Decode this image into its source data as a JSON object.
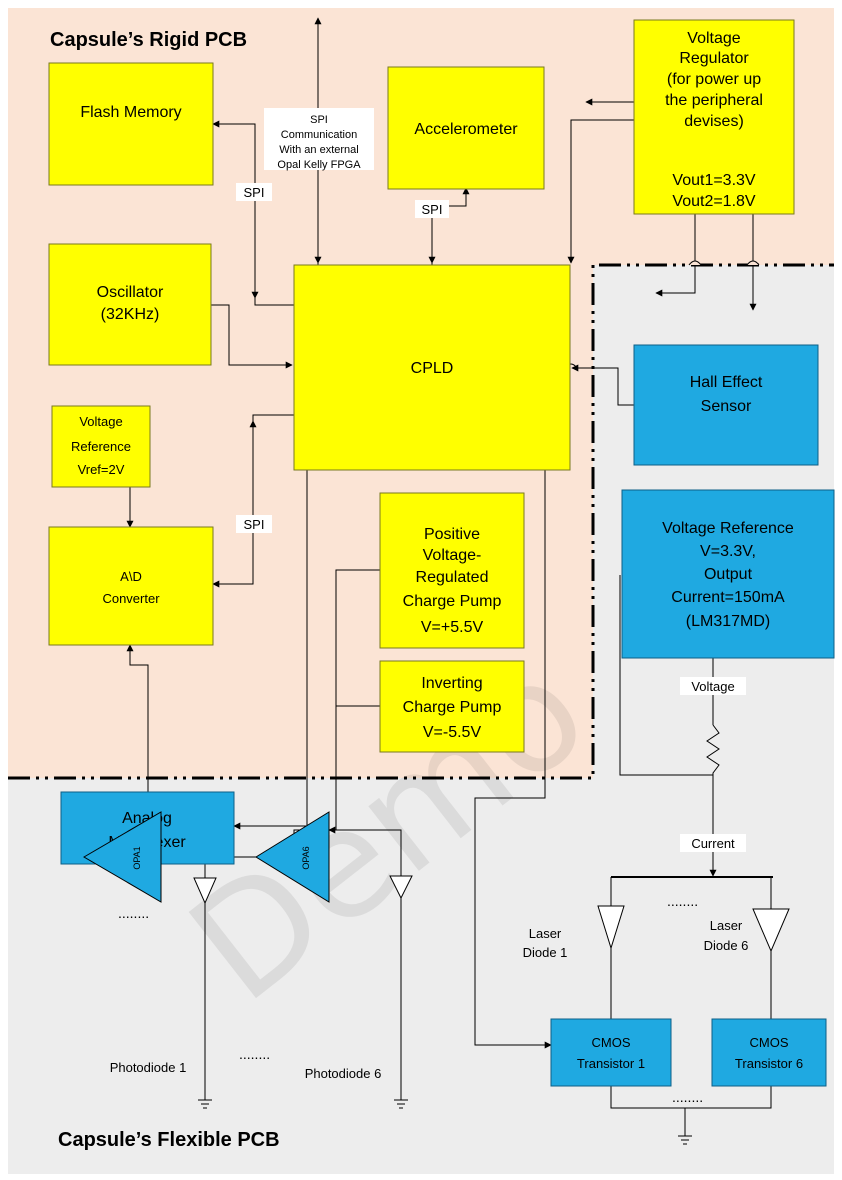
{
  "titles": {
    "rigid": "Capsule’s Rigid PCB",
    "flexible": "Capsule’s Flexible PCB"
  },
  "blocks": {
    "flash": "Flash Memory",
    "accelerometer": "Accelerometer",
    "vreg": [
      "Voltage",
      "Regulator",
      "(for power up",
      "the peripheral",
      "devises)",
      "",
      "Vout1=3.3V",
      "Vout2=1.8V"
    ],
    "oscillator": [
      "Oscillator",
      "(32KHz)"
    ],
    "cpld": "CPLD",
    "hall": [
      "Hall Effect",
      "Sensor"
    ],
    "vref_small": [
      "Voltage",
      "Reference",
      "Vref=2V"
    ],
    "adc": [
      "A\\D",
      "Converter"
    ],
    "pos_pump": [
      "Positive",
      "Voltage-",
      "Regulated",
      "Charge Pump",
      "V=+5.5V"
    ],
    "inv_pump": [
      "Inverting",
      "Charge Pump",
      "V=-5.5V"
    ],
    "vref_big": [
      "Voltage Reference",
      "V=3.3V,",
      "Output",
      "Current=150mA",
      "(LM317MD)"
    ],
    "mux": [
      "Analog",
      "Multiplexer"
    ],
    "cmos1": [
      "CMOS",
      "Transistor 1"
    ],
    "cmos6": [
      "CMOS",
      "Transistor 6"
    ]
  },
  "labels": {
    "spi_flash": "SPI",
    "spi_accel": "SPI",
    "spi_adc": "SPI",
    "spi_note": [
      "SPI",
      "Communication",
      "With an external",
      "Opal Kelly FPGA"
    ],
    "voltage": "Voltage",
    "current": "Current",
    "laser1": [
      "Laser",
      "Diode 1"
    ],
    "laser6": [
      "Laser",
      "Diode 6"
    ],
    "photo1": "Photodiode 1",
    "photo6": "Photodiode 6",
    "opa1": "OPA1",
    "opa6": "OPA6",
    "dots": "........"
  },
  "watermark": "Demo"
}
